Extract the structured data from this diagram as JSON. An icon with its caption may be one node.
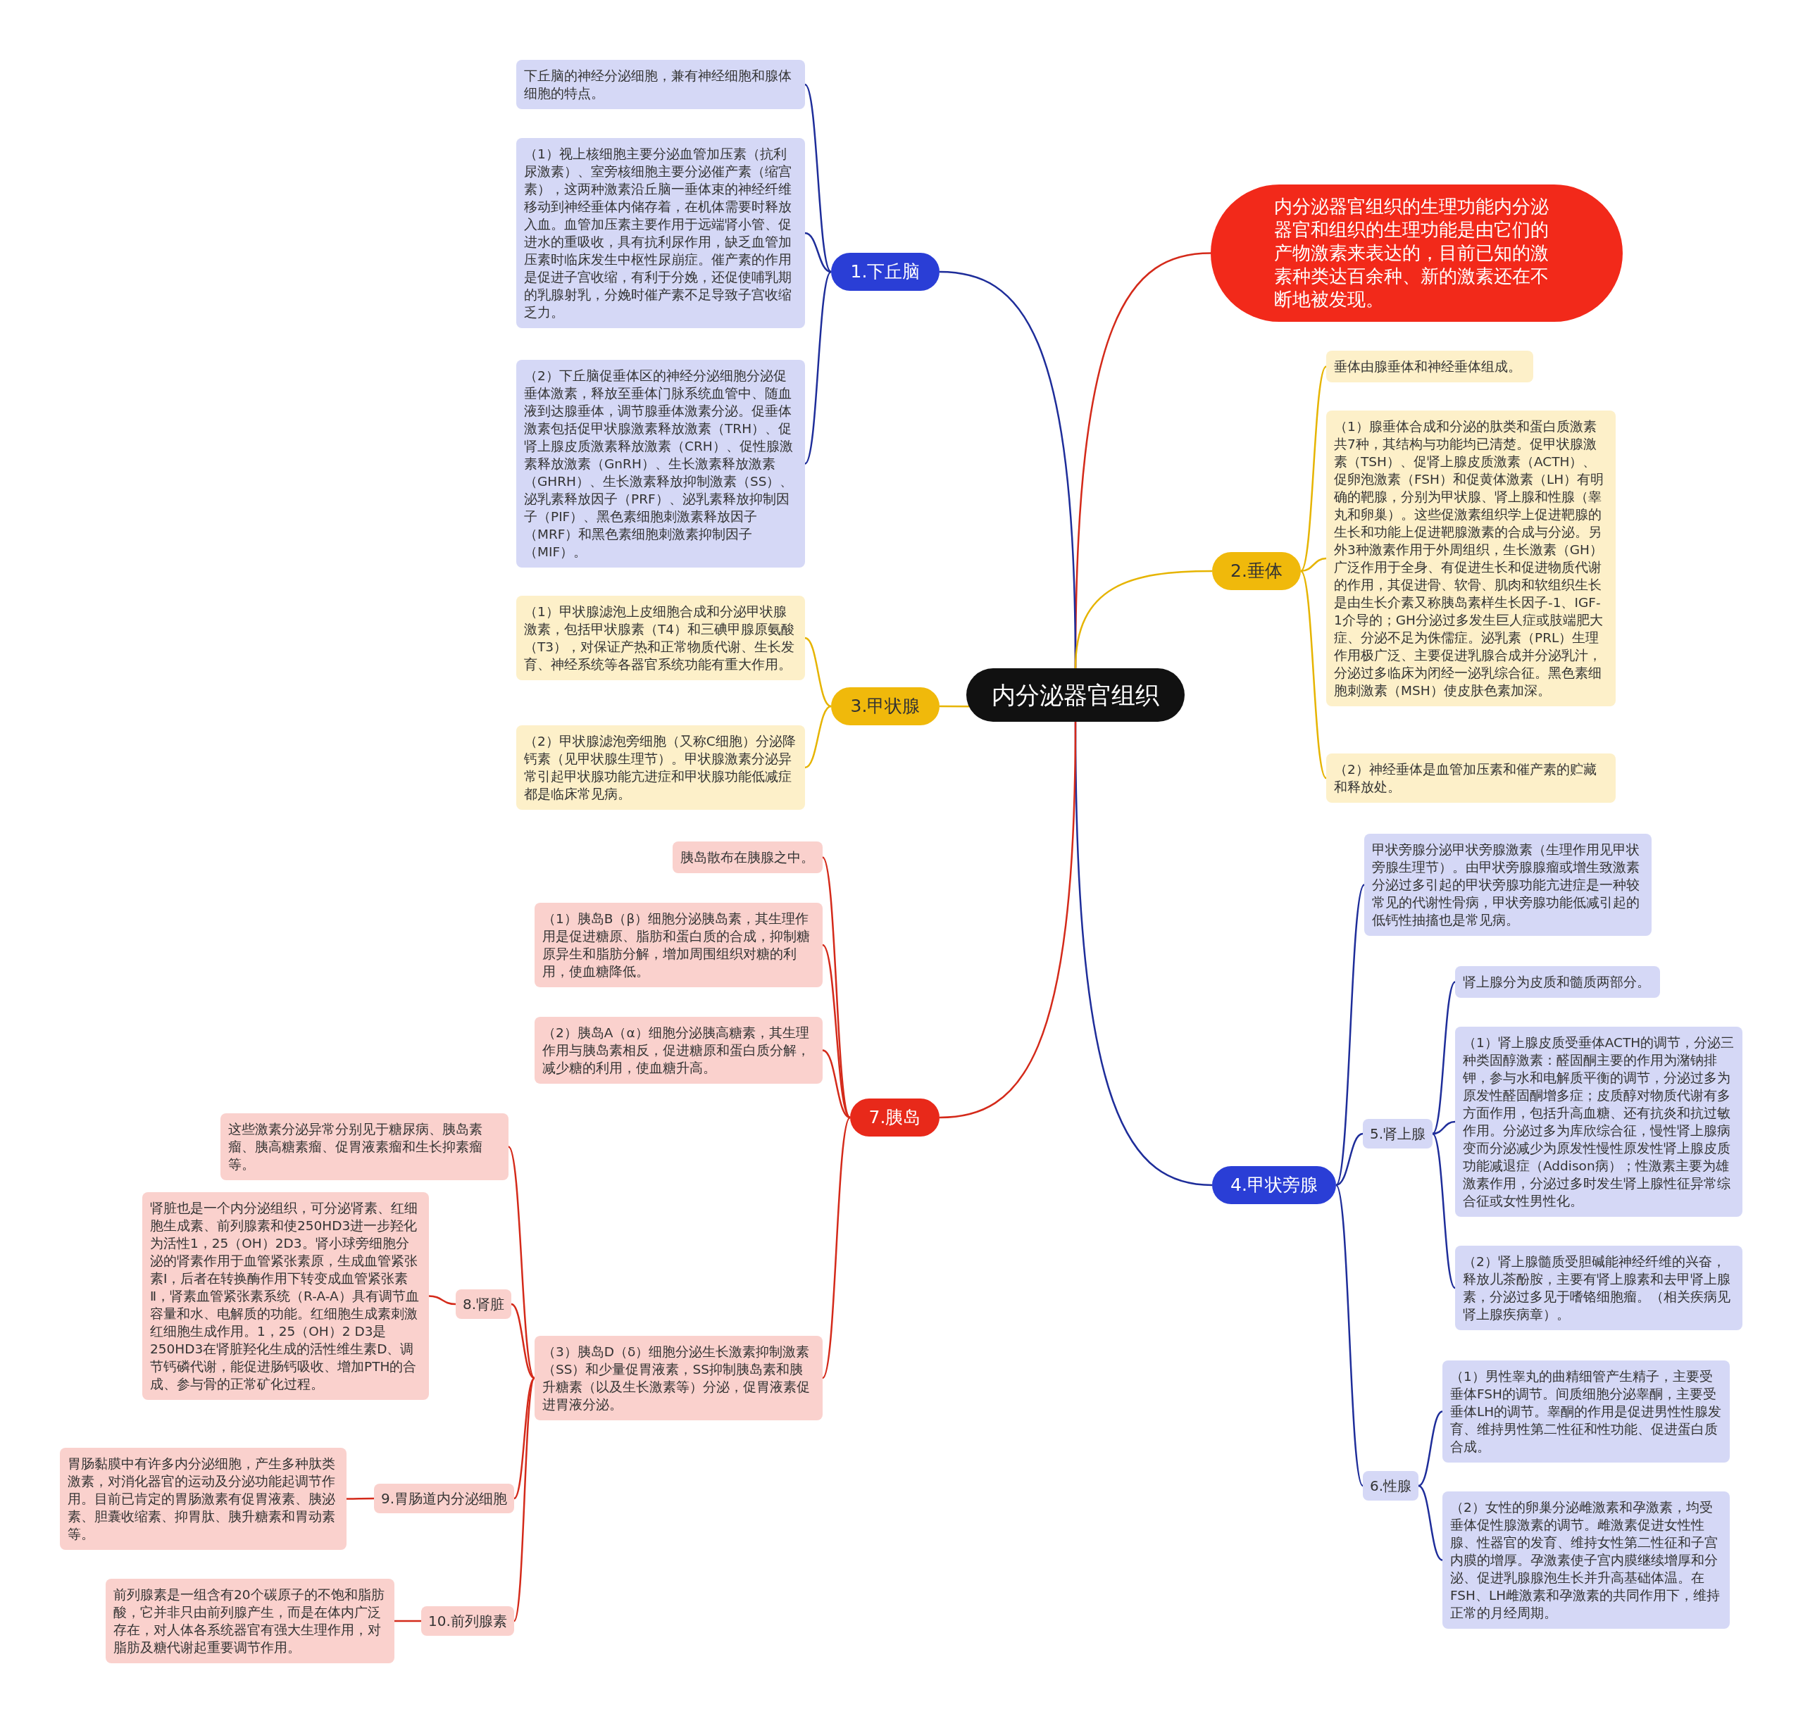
{
  "diagram": {
    "nodes": [
      {
        "text": [
          "内分泌器官组织"
        ]
      },
      {
        "text": [
          "内分泌器官组织的生理功能内分泌器官和组织的生理功能是由它们的产物激素来表达的，目前已知的激素种类达百余种、新的激素还在不断地被发现。"
        ]
      },
      {
        "text": [
          "1.下丘脑"
        ]
      },
      {
        "text": [
          "下丘脑的神经分泌细胞，兼有神经细胞和腺体细胞的特点。"
        ]
      },
      {
        "text": [
          "（1）视上核细胞主要分泌血管加压素（抗利尿激素）、室旁核细胞主要分泌催产素（缩宫素），这两种激素沿丘脑一垂体束的神经纤维移动到神经垂体内储存着，在机体需要时释放入血。血管加压素主要作用于远端肾小管、促进水的重吸收，具有抗利尿作用，缺乏血管加压素时临床发生中枢性尿崩症。催产素的作用是促进子宫收缩，有利于分娩，还促使哺乳期的乳腺射乳，分娩时催产素不足导致子宫收缩乏力。"
        ]
      },
      {
        "text": [
          "（2）下丘脑促垂体区的神经分泌细胞分泌促垂体激素，释放至垂体门脉系统血管中、随血液到达腺垂体，调节腺垂体激素分泌。促垂体激素包括促甲状腺激素释放激素（TRH）、促肾上腺皮质激素释放激素（CRH）、促性腺激素释放激素（GnRH）、生长激素释放激素（GHRH）、生长激素释放抑制激素（SS）、泌乳素释放因子（PRF）、泌乳素释放抑制因子（PIF）、黑色素细胞刺激素释放因子（MRF）和黑色素细胞刺激素抑制因子（MIF）。"
        ]
      },
      {
        "text": [
          "2.垂体"
        ]
      },
      {
        "text": [
          "垂体由腺垂体和神经垂体组成。"
        ]
      },
      {
        "text": [
          "（1）腺垂体合成和分泌的肽类和蛋白质激素共7种，其结构与功能均已清楚。促甲状腺激素（TSH）、促肾上腺皮质激素（ACTH）、促卵泡激素（FSH）和促黄体激素（LH）有明确的靶腺，分别为甲状腺、肾上腺和性腺（睾丸和卵巢）。这些促激素组织学上促进靶腺的生长和功能上促进靶腺激素的合成与分泌。另外3种激素作用于外周组织，生长激素（GH）广泛作用于全身、有促进生长和促进物质代谢的作用，其促进骨、软骨、肌肉和软组织生长是由生长介素又称胰岛素样生长因子-1、IGF-1介导的；GH分泌过多发生巨人症或肢端肥大症、分泌不足为侏儒症。泌乳素（PRL）生理作用极广泛、主要促进乳腺合成并分泌乳汁，分泌过多临床为闭经一泌乳综合征。黑色素细胞刺激素（MSH）使皮肤色素加深。"
        ]
      },
      {
        "text": [
          "（2）神经垂体是血管加压素和催产素的贮藏和释放处。"
        ]
      },
      {
        "text": [
          "3.甲状腺"
        ]
      },
      {
        "text": [
          "（1）甲状腺滤泡上皮细胞合成和分泌甲状腺激素，包括甲状腺素（T4）和三碘甲腺原氨酸（T3），对保证产热和正常物质代谢、生长发育、神经系统等各器官系统功能有重大作用。"
        ]
      },
      {
        "text": [
          "（2）甲状腺滤泡旁细胞（又称C细胞）分泌降钙素（见甲状腺生理节）。甲状腺激素分泌异常引起甲状腺功能亢进症和甲状腺功能低减症都是临床常见病。"
        ]
      },
      {
        "text": [
          "4.甲状旁腺"
        ]
      },
      {
        "text": [
          "甲状旁腺分泌甲状旁腺激素（生理作用见甲状旁腺生理节）。由甲状旁腺腺瘤或增生致激素分泌过多引起的甲状旁腺功能亢进症是一种较常见的代谢性骨病，甲状旁腺功能低减引起的低钙性抽搐也是常见病。"
        ]
      },
      {
        "text": [
          "5.肾上腺"
        ]
      },
      {
        "text": [
          "肾上腺分为皮质和髓质两部分。"
        ]
      },
      {
        "text": [
          "（1）肾上腺皮质受垂体ACTH的调节，分泌三种类固醇激素：醛固酮主要的作用为潴钠排钾，参与水和电解质平衡的调节，分泌过多为原发性醛固酮增多症；皮质醇对物质代谢有多方面作用，包括升高血糖、还有抗炎和抗过敏作用。分泌过多为库欣综合征，慢性肾上腺病变而分泌减少为原发性慢性原发性肾上腺皮质功能减退症（Addison病）；性激素主要为雄激素作用，分泌过多时发生肾上腺性征异常综合征或女性男性化。"
        ]
      },
      {
        "text": [
          "（2）肾上腺髓质受胆碱能神经纤维的兴奋，释放儿茶酚胺，主要有肾上腺素和去甲肾上腺素，分泌过多见于嗜铬细胞瘤。（相关疾病见肾上腺疾病章）。"
        ]
      },
      {
        "text": [
          "6.性腺"
        ]
      },
      {
        "text": [
          "（1）男性睾丸的曲精细管产生精子，主要受垂体FSH的调节。间质细胞分泌睾酮，主要受垂体LH的调节。睾酮的作用是促进男性性腺发育、维持男性第二性征和性功能、促进蛋白质合成。"
        ]
      },
      {
        "text": [
          "（2）女性的卵巢分泌雌激素和孕激素，均受垂体促性腺激素的调节。雌激素促进女性性腺、性器官的发育、维持女性第二性征和子宫内膜的增厚。孕激素使子宫内膜继续增厚和分泌、促进乳腺腺泡生长并升高基础体温。在FSH、LH雌激素和孕激素的共同作用下，维持正常的月经周期。"
        ]
      },
      {
        "text": [
          "7.胰岛"
        ]
      },
      {
        "text": [
          "胰岛散布在胰腺之中。"
        ]
      },
      {
        "text": [
          "（1）胰岛B（β）细胞分泌胰岛素，其生理作用是促进糖原、脂肪和蛋白质的合成，抑制糖原异生和脂肪分解，增加周围组织对糖的利用，使血糖降低。"
        ]
      },
      {
        "text": [
          "（2）胰岛A（α）细胞分泌胰高糖素，其生理作用与胰岛素相反，促进糖原和蛋白质分解，减少糖的利用，使血糖升高。"
        ]
      },
      {
        "text": [
          "（3）胰岛D（δ）细胞分泌生长激素抑制激素（SS）和少量促胃液素，SS抑制胰岛素和胰升糖素（以及生长激素等）分泌，促胃液素促进胃液分泌。"
        ]
      },
      {
        "text": [
          "这些激素分泌异常分别见于糖尿病、胰岛素瘤、胰高糖素瘤、促胃液素瘤和生长抑素瘤等。"
        ]
      },
      {
        "text": [
          "8.肾脏"
        ]
      },
      {
        "text": [
          "肾脏也是一个内分泌组织，可分泌肾素、红细胞生成素、前列腺素和使250HD3进一步羟化为活性1，25（OH）2D3。肾小球旁细胞分泌的肾素作用于血管紧张素原，生成血管紧张素Ⅰ，后者在转换酶作用下转变成血管紧张素Ⅱ，肾素血管紧张素系统（R-A-A）具有调节血容量和水、电解质的功能。红细胞生成素刺激红细胞生成作用。1，25（OH）2 D3是250HD3在肾脏羟化生成的活性维生素D、调节钙磷代谢，能促进肠钙吸收、增加PTH的合成、参与骨的正常矿化过程。"
        ]
      },
      {
        "text": [
          "9.胃肠道内分泌细胞"
        ]
      },
      {
        "text": [
          "胃肠黏膜中有许多内分泌细胞，产生多种肽类激素，对消化器官的运动及分泌功能起调节作用。目前已肯定的胃肠激素有促胃液素、胰泌素、胆囊收缩素、抑胃肽、胰升糖素和胃动素等。"
        ]
      },
      {
        "text": [
          "10.前列腺素"
        ]
      },
      {
        "text": [
          "前列腺素是一组含有20个碳原子的不饱和脂肪酸，它并非只由前列腺产生，而是在体内广泛存在，对人体各系统器官有强大生理作用，对脂肪及糖代谢起重要调节作用。"
        ]
      }
    ],
    "edges": [
      {
        "from": 0,
        "to": 1,
        "arrow": "none",
        "color": "#d42a1a"
      },
      {
        "from": 0,
        "to": 2,
        "arrow": "none",
        "color": "#1e2d9a"
      },
      {
        "from": 2,
        "to": 3,
        "arrow": "none",
        "color": "#1e2d9a"
      },
      {
        "from": 2,
        "to": 4,
        "arrow": "none",
        "color": "#1e2d9a"
      },
      {
        "from": 2,
        "to": 5,
        "arrow": "none",
        "color": "#1e2d9a"
      },
      {
        "from": 0,
        "to": 6,
        "arrow": "none",
        "color": "#e6b400"
      },
      {
        "from": 6,
        "to": 7,
        "arrow": "none",
        "color": "#e6b400"
      },
      {
        "from": 6,
        "to": 8,
        "arrow": "none",
        "color": "#e6b400"
      },
      {
        "from": 6,
        "to": 9,
        "arrow": "none",
        "color": "#e6b400"
      },
      {
        "from": 0,
        "to": 10,
        "arrow": "none",
        "color": "#e6b400"
      },
      {
        "from": 10,
        "to": 11,
        "arrow": "none",
        "color": "#e6b400"
      },
      {
        "from": 10,
        "to": 12,
        "arrow": "none",
        "color": "#e6b400"
      },
      {
        "from": 0,
        "to": 13,
        "arrow": "none",
        "color": "#1e2d9a"
      },
      {
        "from": 13,
        "to": 14,
        "arrow": "none",
        "color": "#1e2d9a"
      },
      {
        "from": 13,
        "to": 15,
        "arrow": "none",
        "color": "#1e2d9a"
      },
      {
        "from": 15,
        "to": 16,
        "arrow": "none",
        "color": "#1e2d9a"
      },
      {
        "from": 15,
        "to": 17,
        "arrow": "none",
        "color": "#1e2d9a"
      },
      {
        "from": 15,
        "to": 18,
        "arrow": "none",
        "color": "#1e2d9a"
      },
      {
        "from": 13,
        "to": 19,
        "arrow": "none",
        "color": "#1e2d9a"
      },
      {
        "from": 19,
        "to": 20,
        "arrow": "none",
        "color": "#1e2d9a"
      },
      {
        "from": 19,
        "to": 21,
        "arrow": "none",
        "color": "#1e2d9a"
      },
      {
        "from": 0,
        "to": 22,
        "arrow": "none",
        "color": "#d42a1a"
      },
      {
        "from": 22,
        "to": 23,
        "arrow": "none",
        "color": "#d42a1a"
      },
      {
        "from": 22,
        "to": 24,
        "arrow": "none",
        "color": "#d42a1a"
      },
      {
        "from": 22,
        "to": 25,
        "arrow": "none",
        "color": "#d42a1a"
      },
      {
        "from": 22,
        "to": 26,
        "arrow": "none",
        "color": "#d42a1a"
      },
      {
        "from": 26,
        "to": 27,
        "arrow": "none",
        "color": "#d42a1a"
      },
      {
        "from": 26,
        "to": 28,
        "arrow": "none",
        "color": "#d42a1a"
      },
      {
        "from": 28,
        "to": 29,
        "arrow": "none",
        "color": "#d42a1a"
      },
      {
        "from": 26,
        "to": 30,
        "arrow": "none",
        "color": "#d42a1a"
      },
      {
        "from": 30,
        "to": 31,
        "arrow": "none",
        "color": "#d42a1a"
      },
      {
        "from": 26,
        "to": 32,
        "arrow": "none",
        "color": "#d42a1a"
      },
      {
        "from": 32,
        "to": 33,
        "arrow": "none",
        "color": "#d42a1a"
      }
    ]
  }
}
